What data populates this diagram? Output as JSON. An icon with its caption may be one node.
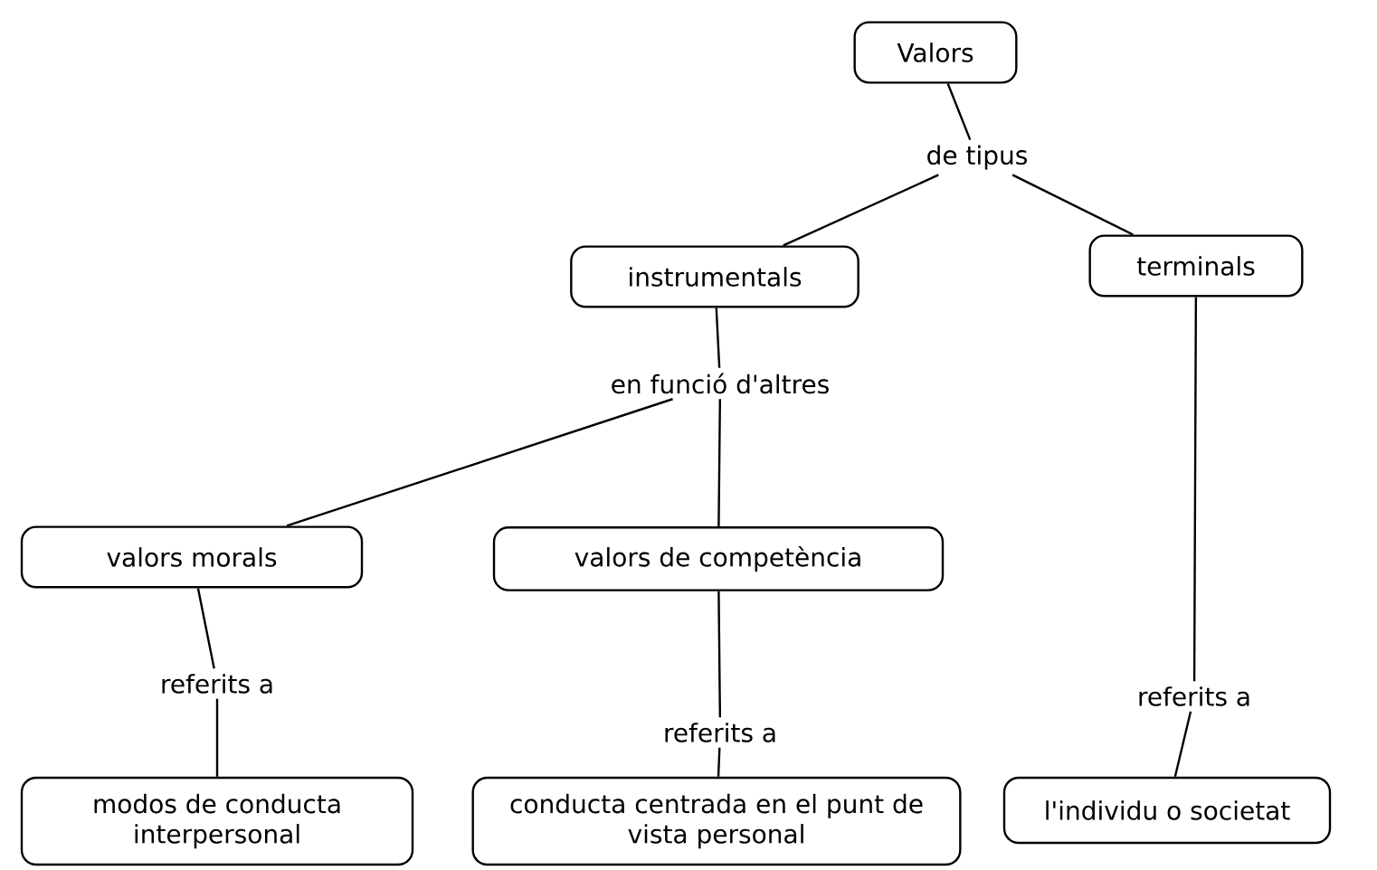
{
  "diagram": {
    "nodes": [
      {
        "text": [
          "Valors"
        ]
      },
      {
        "text": [
          "de tipus"
        ]
      },
      {
        "text": [
          "instrumentals"
        ]
      },
      {
        "text": [
          "terminals"
        ]
      },
      {
        "text": [
          "en funció d'altres"
        ]
      },
      {
        "text": [
          "valors morals"
        ]
      },
      {
        "text": [
          "valors de competència"
        ]
      },
      {
        "text": [
          "referits a"
        ]
      },
      {
        "text": [
          "referits a"
        ]
      },
      {
        "text": [
          "modos de conducta interpersonal"
        ]
      },
      {
        "text": [
          "conducta centrada en el punt de vista personal"
        ]
      },
      {
        "text": [
          "referits a"
        ]
      },
      {
        "text": [
          "l'individu o societat"
        ]
      }
    ],
    "edges": [
      {
        "from": 0,
        "to": 1,
        "arrow": "none"
      },
      {
        "from": 1,
        "to": 2,
        "arrow": "none"
      },
      {
        "from": 1,
        "to": 3,
        "arrow": "none"
      },
      {
        "from": 2,
        "to": 4,
        "arrow": "none"
      },
      {
        "from": 4,
        "to": 5,
        "arrow": "none"
      },
      {
        "from": 4,
        "to": 6,
        "arrow": "none"
      },
      {
        "from": 5,
        "to": 7,
        "arrow": "none"
      },
      {
        "from": 7,
        "to": 9,
        "arrow": "none"
      },
      {
        "from": 6,
        "to": 8,
        "arrow": "none"
      },
      {
        "from": 8,
        "to": 10,
        "arrow": "none"
      },
      {
        "from": 3,
        "to": 11,
        "arrow": "none"
      },
      {
        "from": 11,
        "to": 12,
        "arrow": "none"
      }
    ]
  }
}
